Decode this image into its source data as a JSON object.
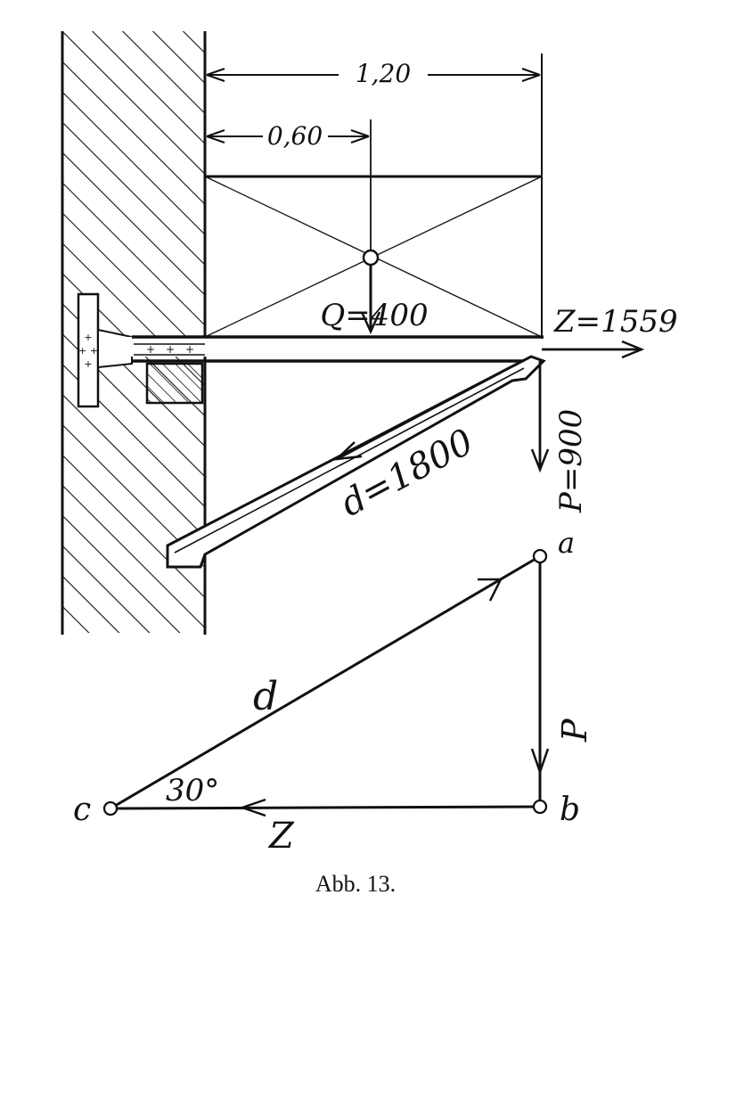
{
  "figure": {
    "dimensions": {
      "total_span": "1,20",
      "half_span": "0,60"
    },
    "loads": {
      "q": "Q=400",
      "z": "Z=1559",
      "d": "d=1800",
      "p": "P=900"
    },
    "triangle": {
      "point_a": "a",
      "point_b": "b",
      "point_c": "c",
      "side_d": "d",
      "side_p": "P",
      "side_z": "Z",
      "angle": "30°"
    },
    "caption": "Abb. 13."
  },
  "colors": {
    "ink": "#111111",
    "paper": "#ffffff"
  }
}
